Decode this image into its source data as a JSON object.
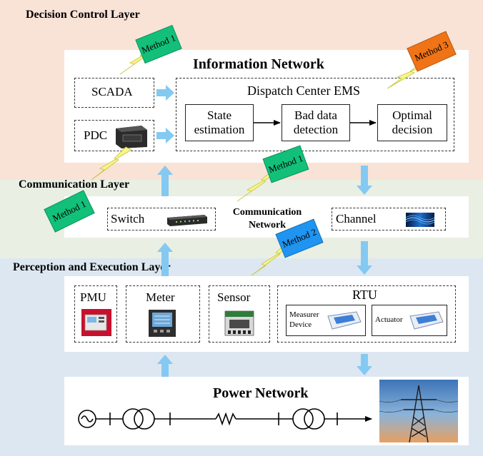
{
  "layers": {
    "decision": "Decision Control Layer",
    "communication": "Communication Layer",
    "perception": "Perception and Execution Layer"
  },
  "information_network": {
    "title": "Information Network",
    "scada": "SCADA",
    "pdc": "PDC",
    "ems_title": "Dispatch Center EMS",
    "state_estimation": "State estimation",
    "bad_data_detection": "Bad data detection",
    "optimal_decision": "Optimal decision"
  },
  "communication_network": {
    "title": "Communication Network",
    "switch": "Switch",
    "channel": "Channel"
  },
  "perception": {
    "pmu": "PMU",
    "meter": "Meter",
    "sensor": "Sensor",
    "rtu": "RTU",
    "measurer_device": "Measurer Device",
    "actuator": "Actuator"
  },
  "power_network": {
    "title": "Power Network"
  },
  "methods": {
    "m1_top": "Method 1",
    "m3": "Method 3",
    "m1_pdc": "Method 1",
    "m1_comm": "Method 1",
    "m2": "Method 2"
  },
  "colors": {
    "decision_bg": "#f9e2d6",
    "communication_bg": "#e9efe3",
    "perception_bg": "#dde7f1",
    "arrow": "#84c9f2",
    "lightning": "#f6f68a",
    "method_green": "#12c07a",
    "method_orange": "#f07416",
    "method_blue": "#1f94f0"
  }
}
